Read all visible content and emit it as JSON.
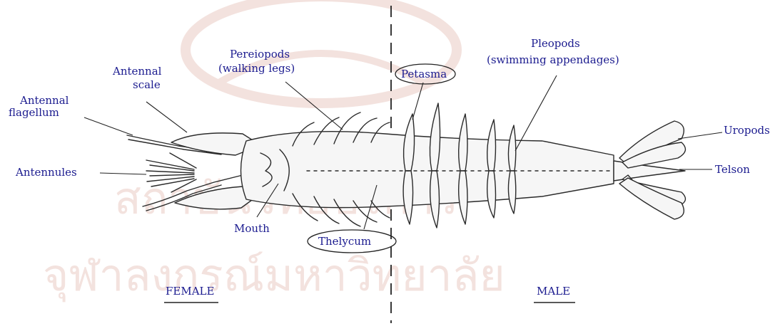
{
  "labels": {
    "antennal_flagellum_1": "Antennal",
    "antennal_flagellum_2": "flagellum",
    "antennal_scale_1": "Antennal",
    "antennal_scale_2": "scale",
    "pereiopods_1": "Pereiopods",
    "pereiopods_2": "(walking legs)",
    "petasma": "Petasma",
    "pleopods_1": "Pleopods",
    "pleopods_2": "(swimming appendages)",
    "uropods": "Uropods",
    "antennules": "Antennules",
    "telson": "Telson",
    "mouth": "Mouth",
    "thelycum": "Thelycum",
    "female": "FEMALE",
    "male": "MALE"
  },
  "watermark": {
    "line_1": "สถาบันวิทยบริการ",
    "line_2": "จุฬาลงกรณ์มหาวิทยาลัย"
  },
  "colors": {
    "label_text": "#1b1b8f",
    "watermark": "#f3e2de",
    "ink": "#2a2a2a"
  }
}
